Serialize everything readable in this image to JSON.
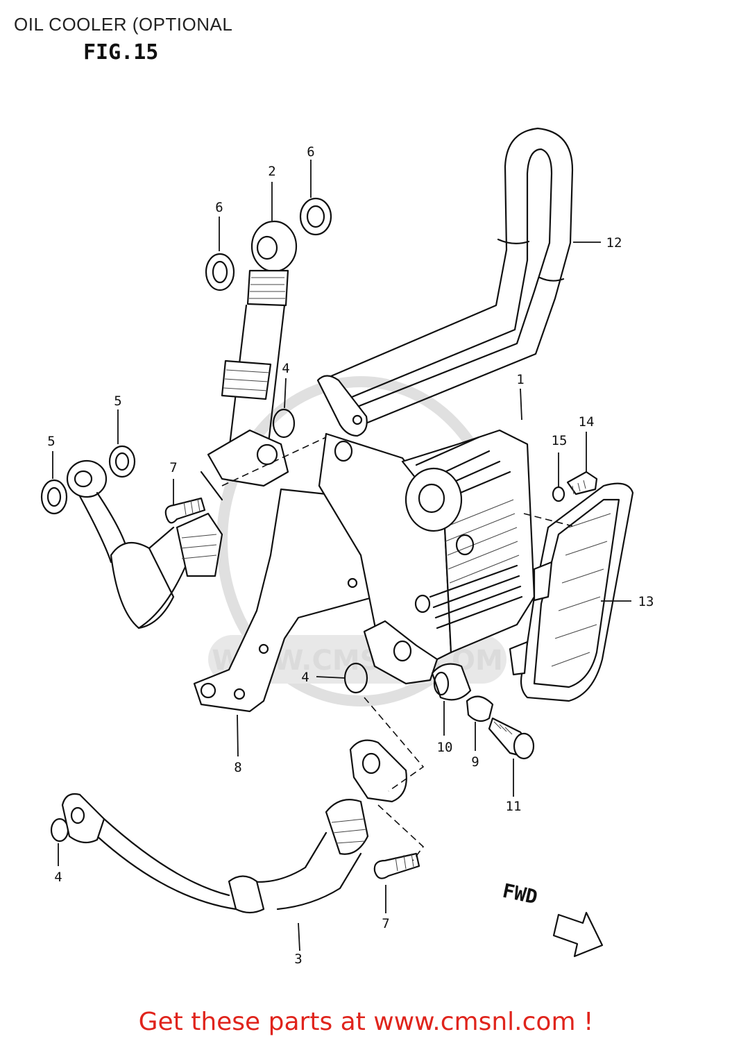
{
  "header": {
    "title": "OIL COOLER (OPTIONAL",
    "figure": "FIG.15"
  },
  "callouts": {
    "c1": "1",
    "c2": "2",
    "c3": "3",
    "c4a": "4",
    "c4b": "4",
    "c4c": "4",
    "c5a": "5",
    "c5b": "5",
    "c6a": "6",
    "c6b": "6",
    "c7a": "7",
    "c7b": "7",
    "c8": "8",
    "c9": "9",
    "c10": "10",
    "c11": "11",
    "c12": "12",
    "c13": "13",
    "c14": "14",
    "c15": "15"
  },
  "direction_label": "FWD",
  "watermark": "WWW.CMSNL.COM",
  "footer": {
    "link_text": "Get these parts at www.cmsnl.com !",
    "link_color": "#e0241c"
  }
}
